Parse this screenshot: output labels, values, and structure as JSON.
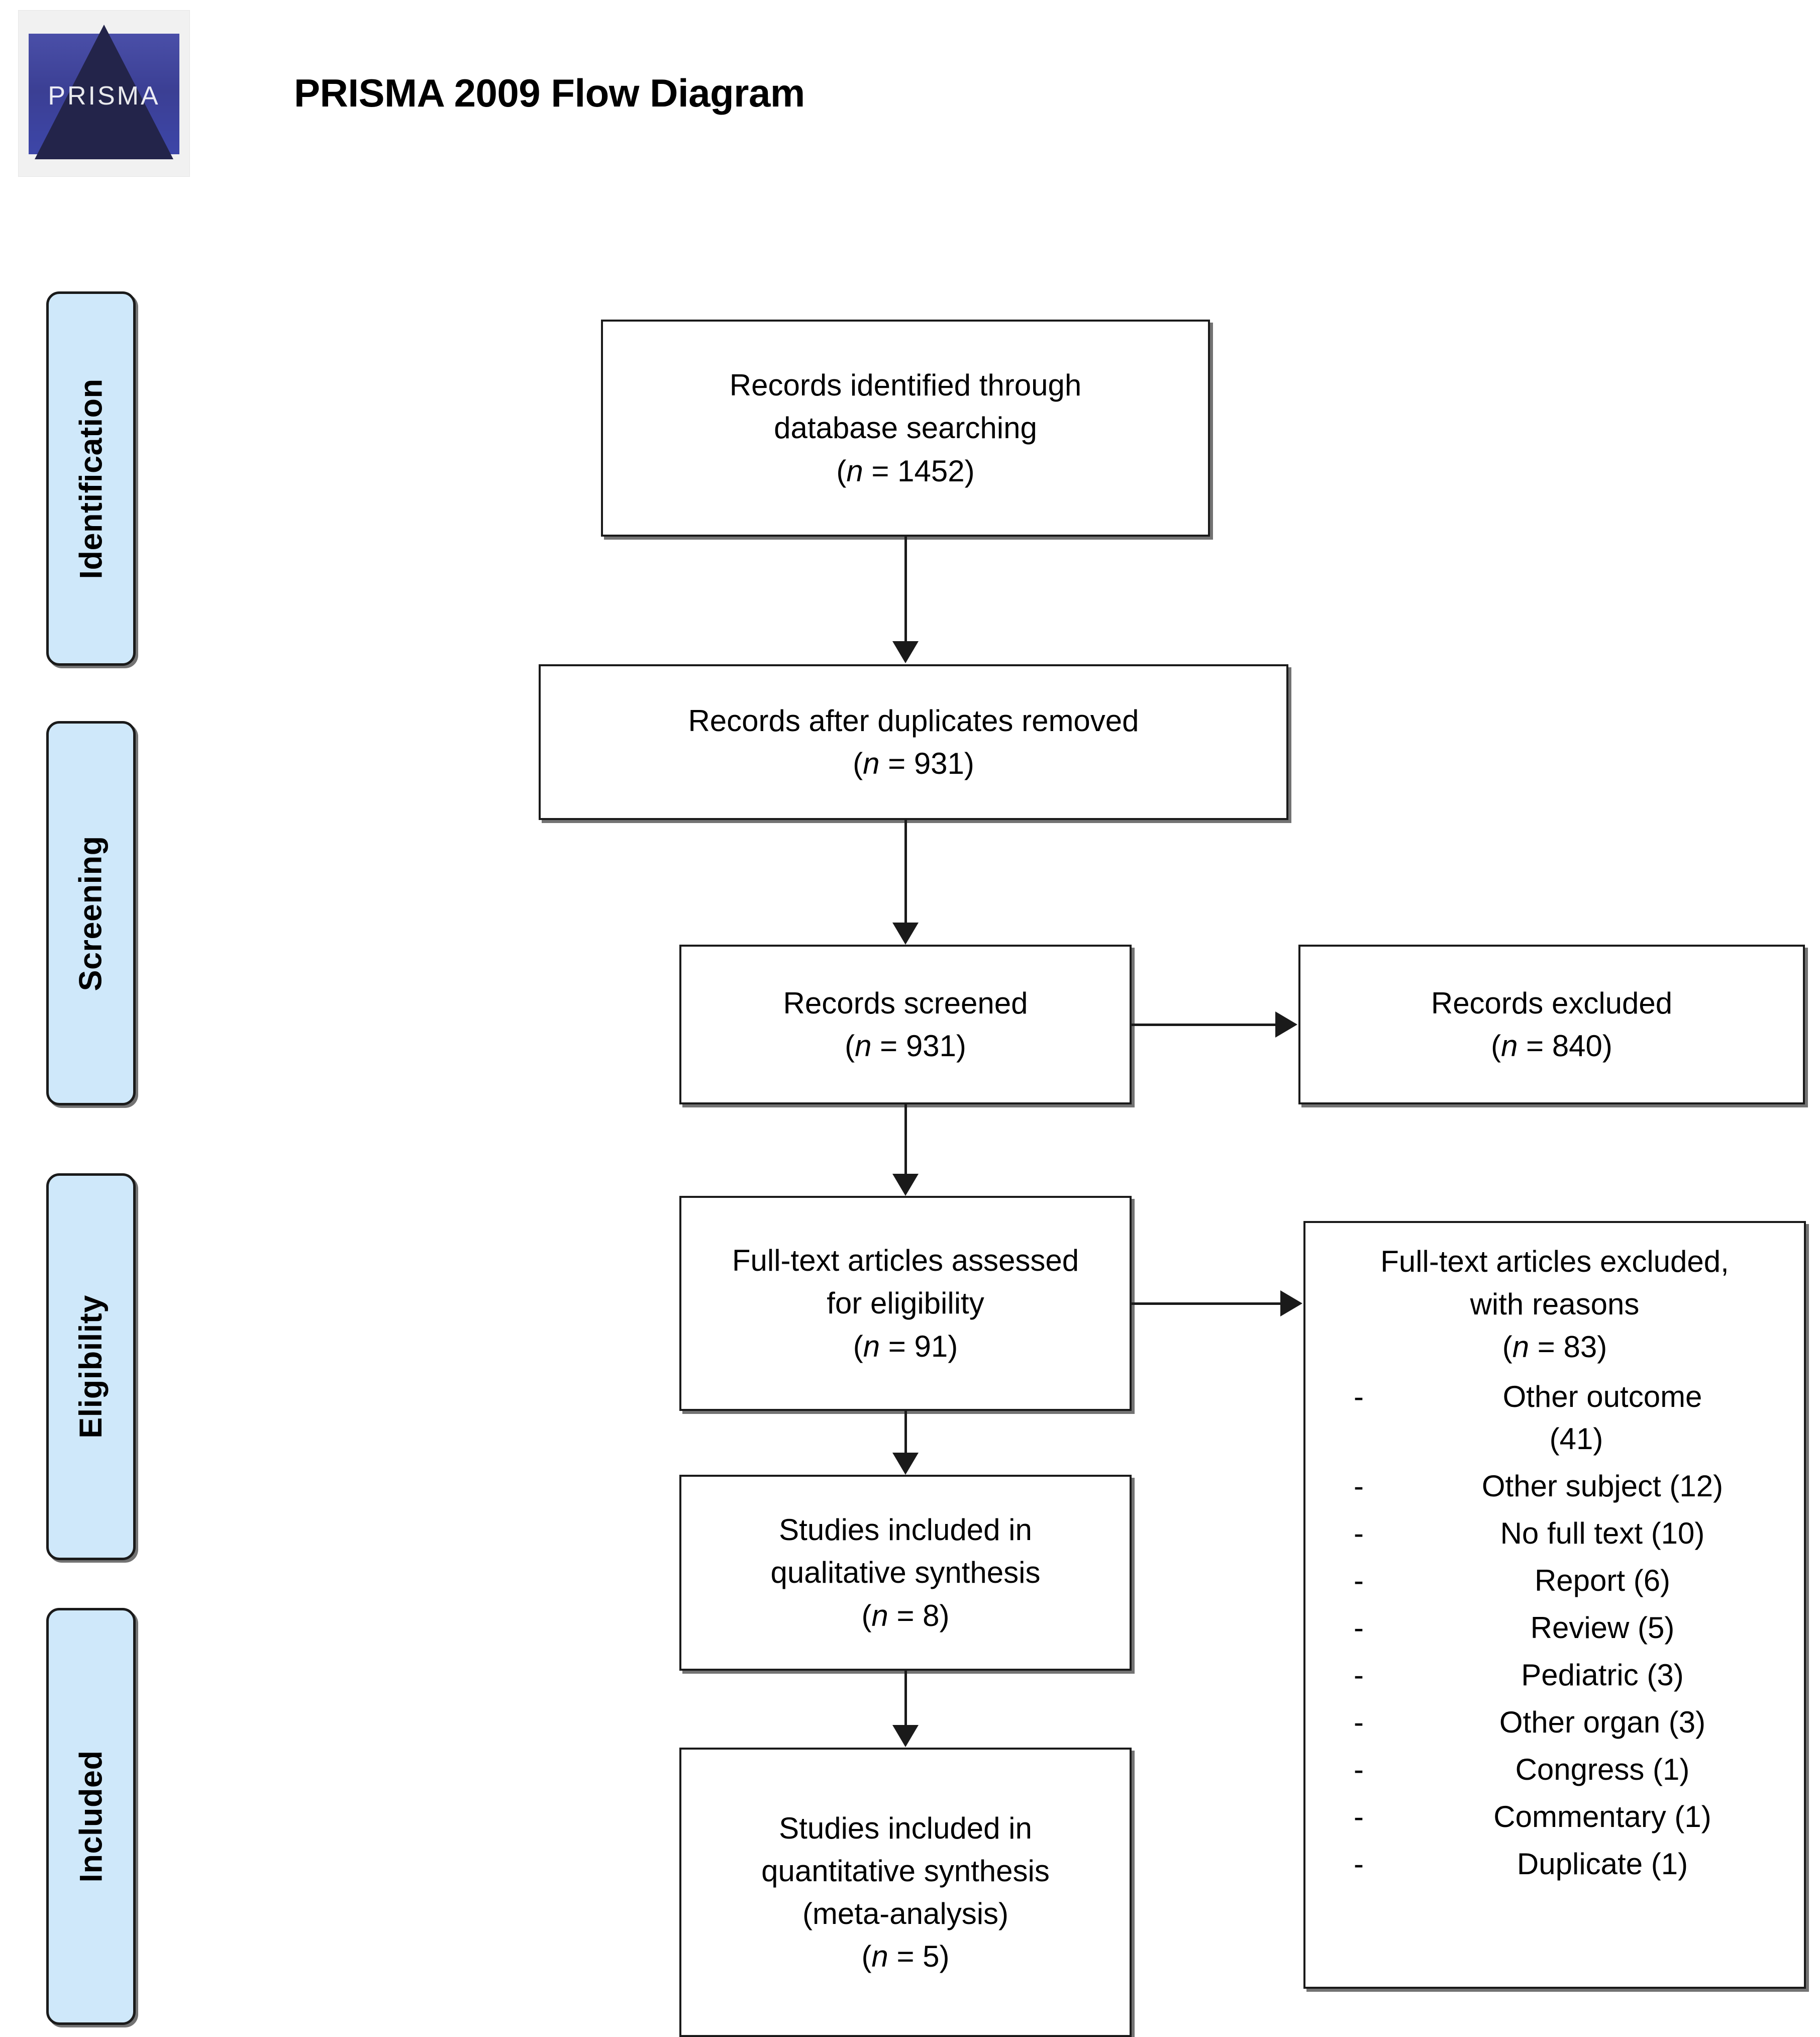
{
  "header": {
    "title": "PRISMA 2009 Flow Diagram",
    "logo_word": "PRISMA",
    "logo_alt": "prisma-pyramid-logo"
  },
  "stages": [
    {
      "key": "identification",
      "label": "Identification"
    },
    {
      "key": "screening",
      "label": "Screening"
    },
    {
      "key": "eligibility",
      "label": "Eligibility"
    },
    {
      "key": "included",
      "label": "Included"
    }
  ],
  "boxes": {
    "identified": {
      "line1": "Records identified through",
      "line2": "database searching",
      "n_open": "(",
      "n_sym": "n",
      "n_val": " = 1452)"
    },
    "duplicates": {
      "line1": "Records after duplicates removed",
      "n_open": "(",
      "n_sym": "n",
      "n_val": " = 931)"
    },
    "screened": {
      "line1": "Records screened",
      "n_open": "(",
      "n_sym": "n",
      "n_val": " = 931)"
    },
    "excluded": {
      "line1": "Records excluded",
      "n_open": "(",
      "n_sym": "n",
      "n_val": " = 840)"
    },
    "fulltext": {
      "line1": "Full-text articles assessed",
      "line2": "for eligibility",
      "n_open": "(",
      "n_sym": "n",
      "n_val": " = 91)"
    },
    "qualitative": {
      "line1": "Studies included in",
      "line2": "qualitative synthesis",
      "n_open": "(",
      "n_sym": "n",
      "n_val": " = 8)"
    },
    "quantitative": {
      "line1": "Studies included in",
      "line2": "quantitative synthesis",
      "line3": "(meta-analysis)",
      "n_open": "(",
      "n_sym": "n",
      "n_val": " = 5)"
    },
    "reasons": {
      "line1": "Full-text articles excluded,",
      "line2": "with reasons",
      "n_open": "(",
      "n_sym": "n",
      "n_val": " = 83)",
      "bullet": "-",
      "items": [
        {
          "label": "Other outcome",
          "count": "(41)",
          "wrap": true
        },
        {
          "label": "Other subject",
          "count": "(12)",
          "wrap": false
        },
        {
          "label": "No full text",
          "count": "(10)",
          "wrap": false
        },
        {
          "label": "Report",
          "count": "(6)",
          "wrap": false
        },
        {
          "label": "Review",
          "count": "(5)",
          "wrap": false
        },
        {
          "label": "Pediatric",
          "count": "(3)",
          "wrap": false
        },
        {
          "label": "Other organ",
          "count": "(3)",
          "wrap": false
        },
        {
          "label": "Congress",
          "count": "(1)",
          "wrap": false
        },
        {
          "label": "Commentary",
          "count": "(1)",
          "wrap": false
        },
        {
          "label": "Duplicate",
          "count": "(1)",
          "wrap": false
        }
      ]
    }
  },
  "flow_data": {
    "type": "flowchart",
    "standard": "PRISMA 2009",
    "nodes": [
      {
        "id": "identified",
        "stage": "Identification",
        "n": 1452
      },
      {
        "id": "duplicates",
        "stage": "Identification",
        "n": 931
      },
      {
        "id": "screened",
        "stage": "Screening",
        "n": 931
      },
      {
        "id": "excluded",
        "stage": "Screening",
        "n": 840
      },
      {
        "id": "fulltext",
        "stage": "Eligibility",
        "n": 91
      },
      {
        "id": "reasons",
        "stage": "Eligibility",
        "n": 83
      },
      {
        "id": "qualitative",
        "stage": "Included",
        "n": 8
      },
      {
        "id": "quantitative",
        "stage": "Included",
        "n": 5
      }
    ],
    "edges": [
      {
        "from": "identified",
        "to": "duplicates",
        "dir": "down"
      },
      {
        "from": "duplicates",
        "to": "screened",
        "dir": "down"
      },
      {
        "from": "screened",
        "to": "excluded",
        "dir": "right"
      },
      {
        "from": "screened",
        "to": "fulltext",
        "dir": "down"
      },
      {
        "from": "fulltext",
        "to": "reasons",
        "dir": "right"
      },
      {
        "from": "fulltext",
        "to": "qualitative",
        "dir": "down"
      },
      {
        "from": "qualitative",
        "to": "quantitative",
        "dir": "down"
      }
    ],
    "exclusion_reasons": {
      "Other outcome": 41,
      "Other subject": 12,
      "No full text": 10,
      "Report": 6,
      "Review": 5,
      "Pediatric": 3,
      "Other organ": 3,
      "Congress": 1,
      "Commentary": 1,
      "Duplicate": 1
    }
  },
  "colors": {
    "stage_pill_fill": "#cfe8fa",
    "stroke": "#1a1a1a",
    "logo_blue": "#3b3f94"
  }
}
